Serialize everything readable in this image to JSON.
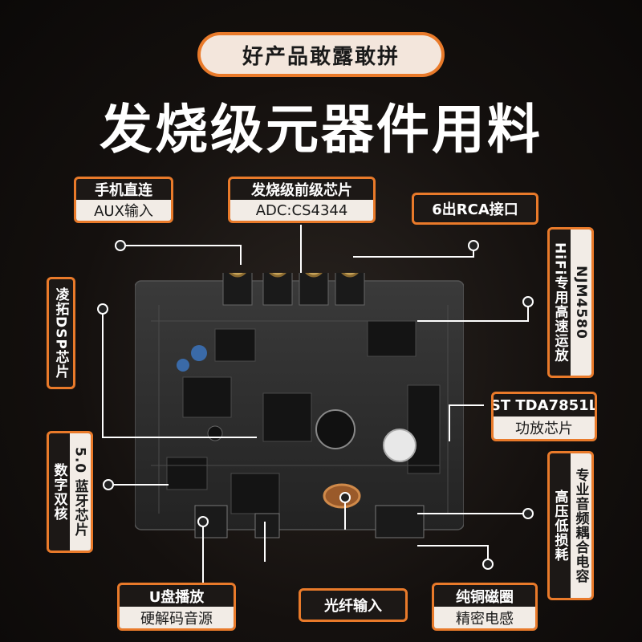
{
  "top_pill": "好产品敢露敢拼",
  "headline": "发烧级元器件用料",
  "labels": {
    "aux": {
      "title": "手机直连",
      "sub": "AUX输入"
    },
    "adc": {
      "title": "发烧级前级芯片",
      "sub": "ADC:CS4344"
    },
    "rca": {
      "title": "6出RCA接口"
    },
    "opamp": {
      "title": "HiFi专用高速运放",
      "sub": "NJM4580"
    },
    "dsp": {
      "title": "凌拓DSP芯片"
    },
    "bt": {
      "title": "数字双核",
      "sub": "5.0 蓝牙芯片"
    },
    "amp": {
      "title": "ST TDA7851L",
      "sub": "功放芯片"
    },
    "cap": {
      "title": "高压低损耗",
      "sub": "专业音频耦合电容"
    },
    "usb": {
      "title": "U盘播放",
      "sub": "硬解码音源"
    },
    "optical": {
      "title": "光纤输入"
    },
    "inductor": {
      "title": "纯铜磁圈",
      "sub": "精密电感"
    }
  },
  "colors": {
    "accent": "#e97a2a",
    "board": "#2b2b2b"
  }
}
